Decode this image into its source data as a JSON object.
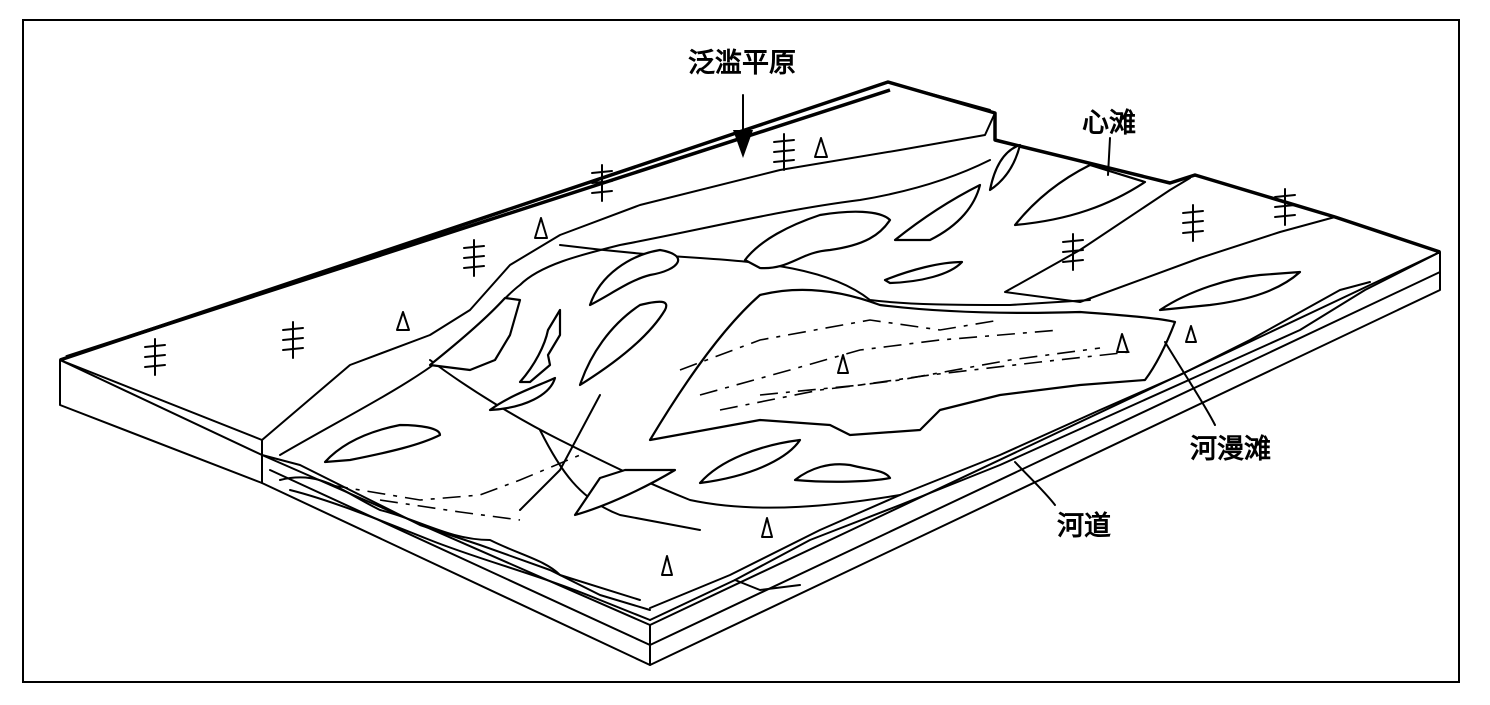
{
  "labels": {
    "floodplain": "泛滥平原",
    "mid_channel_bar": "心滩",
    "river_floodplain": "河漫滩",
    "channel": "河道"
  },
  "colors": {
    "line": "#000000",
    "background": "#ffffff"
  },
  "symbols": {
    "vegetation": "vegetation-icon",
    "sand": "sand-triangle-icon"
  }
}
